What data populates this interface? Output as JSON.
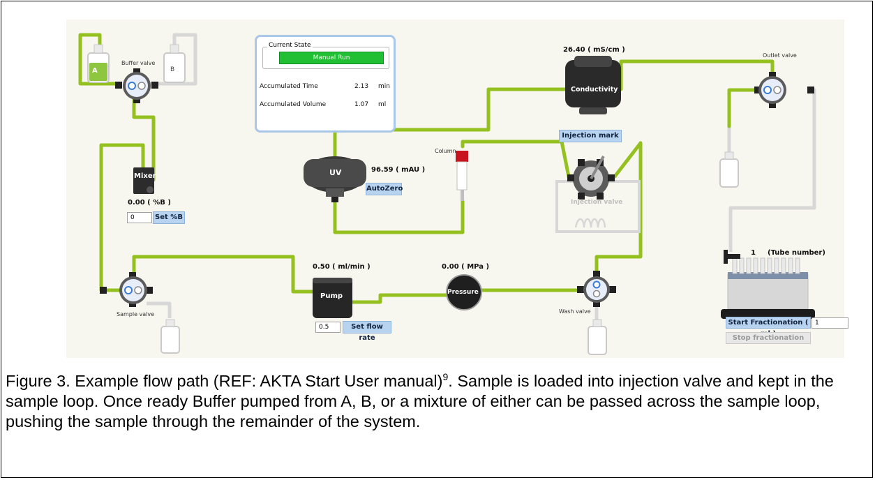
{
  "panel": {
    "buffer_a_label": "A",
    "buffer_b_label": "B",
    "buffer_valve_label": "Buffer valve",
    "mixer_label": "Mixer",
    "percent_b_value": "0.00 ( %B )",
    "percent_b_input": "0",
    "set_percent_b_button": "Set %B",
    "sample_valve_label": "Sample valve",
    "flow_rate_value": "0.50 ( ml/min )",
    "pump_label": "Pump",
    "flow_rate_input": "0.5",
    "set_flow_rate_button": "Set flow rate",
    "pressure_value": "0.00 ( MPa )",
    "pressure_label": "Pressure",
    "wash_valve_label": "Wash valve",
    "uv_label": "UV",
    "uv_value": "96.59 ( mAU )",
    "autozero_button": "AutoZero",
    "column_label": "Column",
    "injection_mark_button": "Injection mark",
    "injection_valve_label": "Injection valve",
    "conductivity_value": "26.40 ( mS/cm )",
    "conductivity_label": "Conductivity",
    "outlet_valve_label": "Outlet valve",
    "tube_number_value": "1",
    "tube_number_label": "(Tube number)",
    "start_fractionation_button": "Start Fractionation ( ml )",
    "fractionation_input": "1",
    "stop_fractionation_button": "Stop fractionation"
  },
  "state": {
    "legend": "Current State",
    "status": "Manual Run",
    "time_label": "Accumulated Time",
    "time_value": "2.13",
    "time_unit": "min",
    "volume_label": "Accumulated Volume",
    "volume_value": "1.07",
    "volume_unit": "ml"
  },
  "caption": {
    "text_before": "Figure 3. Example flow path (REF: AKTA Start User manual)",
    "superscript": "9",
    "text_after": ". Sample is loaded into injection valve and kept in the sample loop. Once ready Buffer pumped from A, B, or a mixture of either can be passed across the sample loop, pushing the sample through the remainder of the system."
  },
  "colors": {
    "tubing": "#94c11f",
    "tubing_inactive": "#d7d7d7",
    "button": "#b7d3ef",
    "status_green": "#21bf33"
  }
}
